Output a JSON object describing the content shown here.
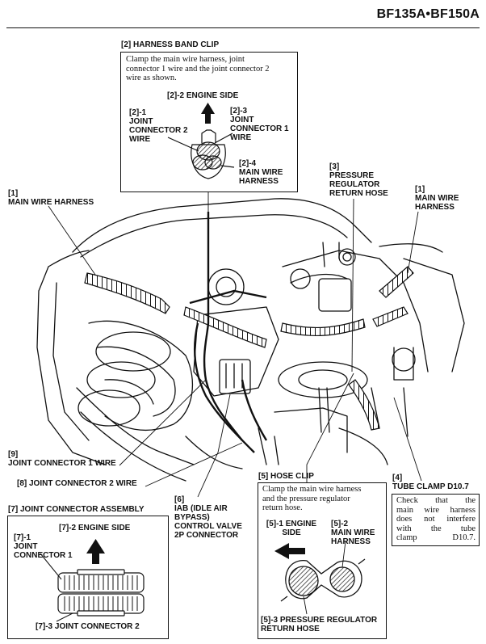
{
  "header": {
    "title": "BF135A•BF150A"
  },
  "harness_band_clip": {
    "title": "[2] HARNESS BAND CLIP",
    "description": "Clamp the main wire harness, joint\nconnector 1 wire and the joint connector 2\nwire as shown.",
    "engine_side": "[2]-2 ENGINE SIDE",
    "jc2_wire": "[2]-1\nJOINT\nCONNECTOR 2\nWIRE",
    "jc1_wire": "[2]-3\nJOINT\nCONNECTOR 1\nWIRE",
    "main_harness": "[2]-4\nMAIN WIRE\nHARNESS"
  },
  "callouts": {
    "main_wire_harness_left": "[1]\nMAIN WIRE HARNESS",
    "pressure_regulator_hose": "[3]\nPRESSURE\nREGULATOR\nRETURN HOSE",
    "main_wire_harness_right": "[1]\nMAIN WIRE\nHARNESS",
    "joint_connector_1_wire": "[9]\nJOINT CONNECTOR 1 WIRE",
    "joint_connector_2_wire": "[8] JOINT CONNECTOR 2 WIRE",
    "iab_valve": "[6]\nIAB (IDLE AIR\nBYPASS)\nCONTROL VALVE\n2P CONNECTOR"
  },
  "joint_connector_assembly": {
    "title": "[7] JOINT CONNECTOR ASSEMBLY",
    "engine_side": "[7]-2 ENGINE SIDE",
    "jc1": "[7]-1\nJOINT\nCONNECTOR 1",
    "jc2": "[7]-3 JOINT CONNECTOR 2"
  },
  "hose_clip": {
    "title": "[5] HOSE CLIP",
    "description": "Clamp the main wire harness\nand the pressure regulator\nreturn hose.",
    "engine_side": "[5]-1 ENGINE\nSIDE",
    "main_harness": "[5]-2\nMAIN WIRE\nHARNESS",
    "return_hose": "[5]-3 PRESSURE REGULATOR\nRETURN HOSE"
  },
  "tube_clamp": {
    "title": "[4]\nTUBE CLAMP D10.7",
    "description": "Check that the\nmain wire harness\ndoes not interfere\nwith the tube\nclamp D10.7."
  },
  "colors": {
    "ink": "#111111",
    "paper": "#ffffff",
    "hatch": "#333333"
  },
  "icons": [
    "up-arrow-icon",
    "left-arrow-icon"
  ]
}
